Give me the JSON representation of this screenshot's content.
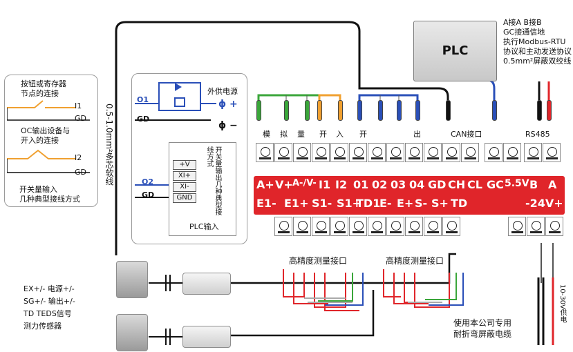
{
  "diagram": {
    "plc": {
      "label": "PLC",
      "notes": [
        "A接A B接B",
        "GC接通信地",
        "执行Modbus-RTU",
        "协议和主动发送协议",
        "0.5mm²屏蔽双绞线"
      ]
    },
    "left_panel": {
      "button_title_1": "按钮或寄存器",
      "button_title_2": "节点的连接",
      "i1": "I1",
      "gd1": "GD",
      "oc_title_1": "OC输出设备与",
      "oc_title_2": "开入的连接",
      "i2": "I2",
      "gd2": "GD",
      "footer_1": "开关量输入",
      "footer_2": "几种典型接线方式"
    },
    "cable_label": "0.5-1.0mm²多芯软线",
    "mid_panel": {
      "o1": "O1",
      "gd_top": "GD",
      "external_power": "外供电源",
      "plus": "ϕ +",
      "minus": "ϕ −",
      "o2": "O2",
      "gd_bottom": "GD",
      "plc_input_pins": [
        "+V",
        "XI+",
        "XI-",
        "GND"
      ],
      "vertical_note": "开关量输出几种典型接线方式",
      "plc_input_label": "PLC输入"
    },
    "groups": [
      "模",
      "拟",
      "量",
      "开",
      "入",
      "开",
      "出",
      "CAN接口",
      "RS485"
    ],
    "top_labels": [
      "A+",
      "V+",
      "A-/V-",
      "I1",
      "I2",
      "01",
      "02",
      "03",
      "04",
      "GD",
      "CH",
      "CL",
      "GC",
      "5.5V",
      "B",
      "A"
    ],
    "bottom_labels": [
      "E1-",
      "E1+",
      "S1-",
      "S1+",
      "TD1",
      "E-",
      "E+",
      "S-",
      "S+",
      "TD",
      "-24V+"
    ],
    "meas_ports": [
      "高精度测量接口",
      "高精度测量接口"
    ],
    "sensor_notes": [
      "EX+/-  电源+/-",
      "SG+/-  输出+/-",
      "TD  TEDS信号",
      "测力传感器"
    ],
    "cable_note": [
      "使用本公司专用",
      "耐折弯屏蔽电缆"
    ],
    "power_note": "10-30V供电"
  }
}
